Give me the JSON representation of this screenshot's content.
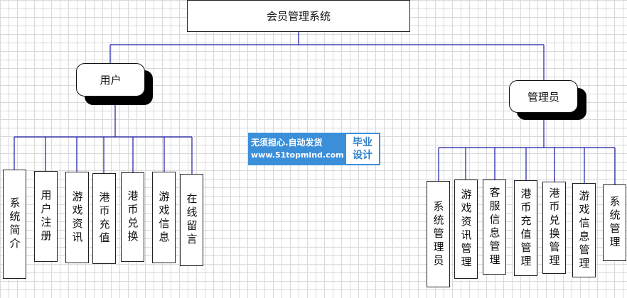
{
  "root": {
    "label": "会员管理系统"
  },
  "user": {
    "label": "用户",
    "children": [
      "系统简介",
      "用户注册",
      "游戏资讯",
      "港币充值",
      "港币兑换",
      "游戏信息",
      "在线留言"
    ]
  },
  "admin": {
    "label": "管理员",
    "children": [
      "系统管理员",
      "游戏资讯管理",
      "客服信息管理",
      "港币充值管理",
      "港币兑换管理",
      "游戏信息管理",
      "系统管理"
    ]
  },
  "watermark": {
    "line1": "无须担心.自动发货",
    "line2": "www.51topmind.com",
    "badge_line1": "毕业",
    "badge_line2": "设计"
  },
  "colors": {
    "connector": "#1a1aa6",
    "watermark_bg": "#3b8fd9"
  }
}
